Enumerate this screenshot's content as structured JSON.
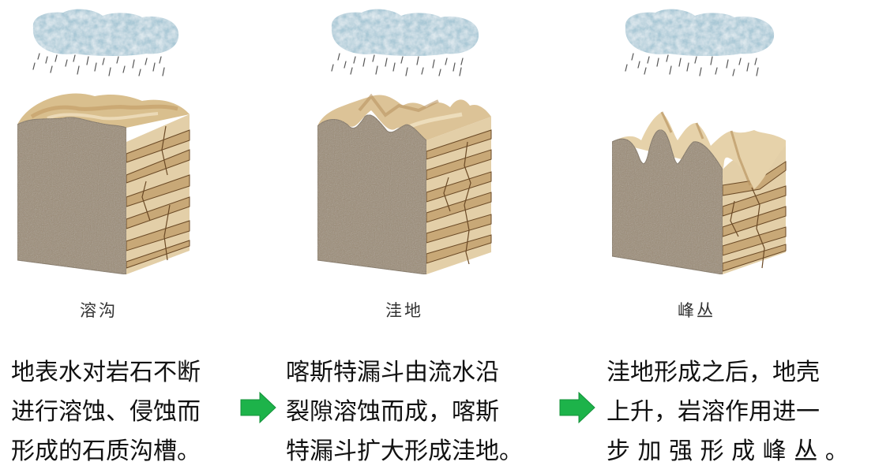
{
  "stages": [
    {
      "label": "溶沟",
      "description_lines": [
        "地表水对岩石不断",
        "进行溶蚀、侵蚀而",
        "形成的石质沟槽。"
      ]
    },
    {
      "label": "洼地",
      "description_lines": [
        "喀斯特漏斗由流水沿",
        "裂隙溶蚀而成，喀斯",
        "特漏斗扩大形成洼地。"
      ]
    },
    {
      "label": "峰丛",
      "description_lines": [
        "洼地形成之后，地壳",
        "上升，岩溶作用进一",
        "步 加 强 形 成 峰 丛 。"
      ]
    }
  ],
  "arrows": [
    {
      "icon": "arrow-right-icon",
      "color": "#1db34a"
    },
    {
      "icon": "arrow-right-icon",
      "color": "#1db34a"
    }
  ],
  "colors": {
    "cloud": "#a9c8d6",
    "rock_front": "#9b8b74",
    "rock_side_light": "#e3cfa8",
    "rock_side_dark": "#c8a877",
    "crack": "#6b4a26",
    "rain": "#555555"
  }
}
